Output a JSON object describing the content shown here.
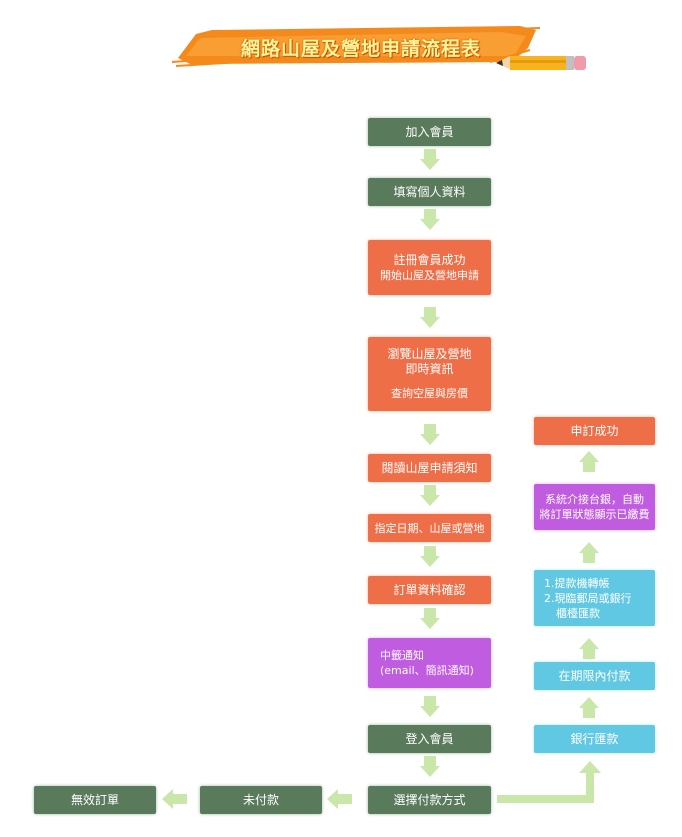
{
  "title": "網路山屋及營地申請流程表",
  "colors": {
    "green": "#5a7a5c",
    "orange": "#ee6e48",
    "purple": "#c05ce0",
    "cyan": "#60c8e2",
    "arrow": "#c9e7a8"
  },
  "steps": {
    "join_member": "加入會員",
    "fill_personal": "填寫個人資料",
    "register_success_1": "註冊會員成功",
    "register_success_2": "開始山屋及營地申請",
    "browse_1": "瀏覽山屋及營地",
    "browse_2": "即時資訊",
    "browse_3": "查詢空屋與房價",
    "read_notice": "閱讀山屋申請須知",
    "specify_date": "指定日期、山屋或營地",
    "confirm_order": "訂單資料確認",
    "lottery_1": "中籤通知",
    "lottery_2": "(email、簡訊通知)",
    "login_member": "登入會員",
    "choose_payment": "選擇付款方式",
    "unpaid": "未付款",
    "invalid_order": "無效訂單",
    "bank_transfer": "銀行匯款",
    "pay_in_time": "在期限內付款",
    "method_1": "1.提款機轉帳",
    "method_2": "2.現臨郵局或銀行",
    "method_3": "櫃檯匯款",
    "system_1": "系統介接台銀，自動",
    "system_2": "將訂單狀態顯示已繳費",
    "order_success": "申訂成功"
  }
}
